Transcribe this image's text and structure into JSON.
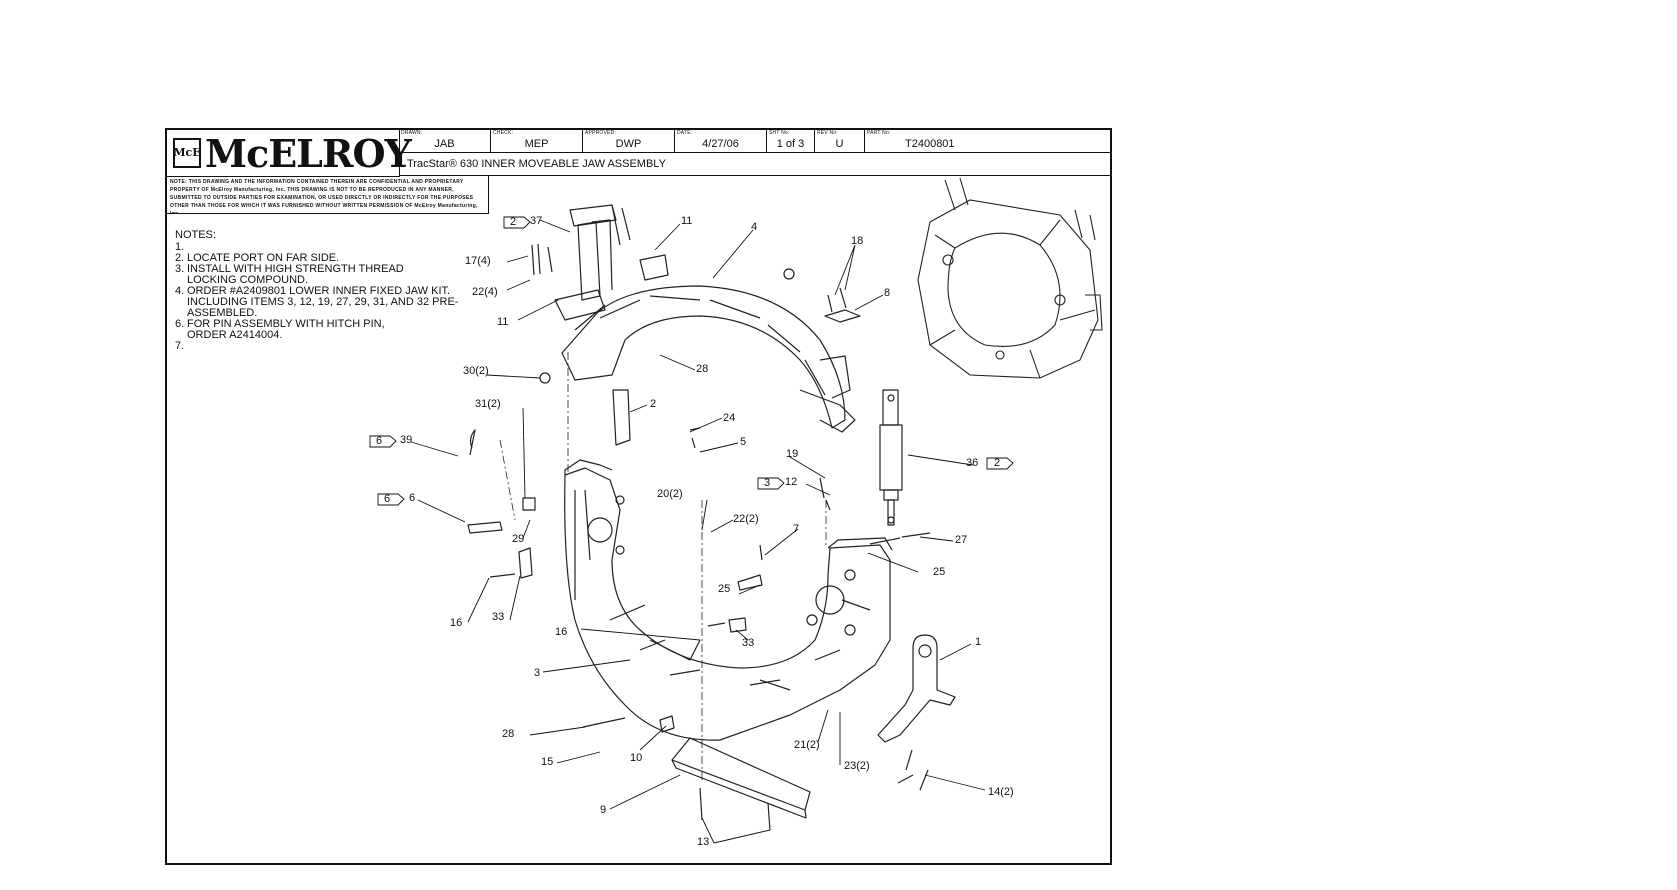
{
  "title_block": {
    "brand": "McELROY",
    "logo_mark": "McE",
    "drawn_label": "DRAWN:",
    "drawn_value": "JAB",
    "check_label": "CHECK:",
    "check_value": "MEP",
    "approved_label": "APPROVED:",
    "approved_value": "DWP",
    "date_label": "DATE:",
    "date_value": "4/27/06",
    "sheet_label": "SHT No:",
    "sheet_value": "1 of 3",
    "rev_label": "REV No:",
    "rev_value": "U",
    "part_label": "PART No:",
    "part_value": "T2400801",
    "drawing_title": "TracStar® 630 INNER MOVEABLE JAW ASSEMBLY",
    "notice": "NOTE: THIS DRAWING AND THE INFORMATION CONTAINED THEREIN ARE CONFIDENTIAL AND PROPRIETARY PROPERTY OF McElroy Manufacturing, Inc. THIS DRAWING IS NOT TO BE REPRODUCED IN ANY MANNER, SUBMITTED TO OUTSIDE PARTIES FOR EXAMINATION, OR USED DIRECTLY OR INDIRECTLY FOR THE PURPOSES OTHER THAN THOSE FOR WHICH IT WAS FURNISHED WITHOUT WRITTEN PERMISSION OF McElroy Manufacturing, Inc."
  },
  "notes": {
    "heading": "NOTES:",
    "items": [
      {
        "num": "1.",
        "text": ""
      },
      {
        "num": "2.",
        "text": "LOCATE PORT ON FAR SIDE."
      },
      {
        "num": "3.",
        "text": "INSTALL WITH HIGH STRENGTH THREAD LOCKING COMPOUND."
      },
      {
        "num": "4.",
        "text": "ORDER #A2409801 LOWER INNER FIXED JAW KIT. INCLUDING ITEMS 3, 12, 19, 27, 29, 31, AND 32 PRE-ASSEMBLED."
      },
      {
        "num": "6.",
        "text": "FOR PIN ASSEMBLY WITH HITCH PIN, ORDER A2414004."
      },
      {
        "num": "7.",
        "text": ""
      }
    ]
  },
  "callouts": {
    "c37": "37",
    "c37_flag": "2",
    "c11a": "11",
    "c11b": "11",
    "c4": "4",
    "c17": "17(4)",
    "c22": "22(4)",
    "c18": "18",
    "c8": "8",
    "c30": "30(2)",
    "c28a": "28",
    "c31": "31(2)",
    "c2": "2",
    "c24": "24",
    "c39": "39",
    "c39_flag": "6",
    "c5": "5",
    "c19": "19",
    "c36": "36",
    "c36_flag": "2",
    "c12": "12",
    "c12_flag": "3",
    "c20": "20(2)",
    "c22b": "22(2)",
    "c6": "6",
    "c6_flag": "6",
    "c29": "29",
    "c7": "7",
    "c27": "27",
    "c25a": "25",
    "c25b": "25",
    "c16a": "16",
    "c33a": "33",
    "c16b": "16",
    "c33b": "33",
    "c1": "1",
    "c3": "3",
    "c28b": "28",
    "c15": "15",
    "c10": "10",
    "c21": "21(2)",
    "c23": "23(2)",
    "c14": "14(2)",
    "c9": "9",
    "c13": "13"
  }
}
